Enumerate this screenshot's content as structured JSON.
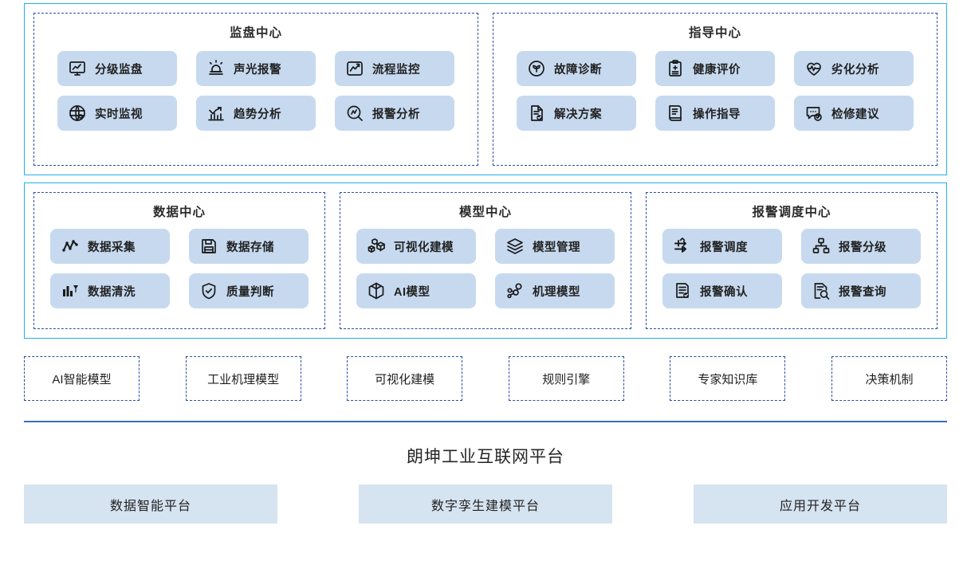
{
  "outer_border_color": "#23b0e8",
  "group_border_color": "#2b4fa0",
  "tile_color": "#c6d9ef",
  "platform_box_color": "#d6e3f1",
  "divider_color": "#3a6fb8",
  "rows": [
    {
      "name": "row-monitoring-guidance",
      "groups": [
        {
          "title": "监盘中心",
          "columns": 3,
          "tiles": [
            {
              "label": "分级监盘",
              "icon": "monitor-chart-icon"
            },
            {
              "label": "声光报警",
              "icon": "alarm-light-icon"
            },
            {
              "label": "流程监控",
              "icon": "process-monitor-icon"
            },
            {
              "label": "实时监视",
              "icon": "globe-icon"
            },
            {
              "label": "趋势分析",
              "icon": "trend-chart-icon"
            },
            {
              "label": "报警分析",
              "icon": "alarm-analysis-icon"
            }
          ]
        },
        {
          "title": "指导中心",
          "columns": 3,
          "tiles": [
            {
              "label": "故障诊断",
              "icon": "fault-diagnosis-icon"
            },
            {
              "label": "健康评价",
              "icon": "clipboard-health-icon"
            },
            {
              "label": "劣化分析",
              "icon": "heart-pulse-icon"
            },
            {
              "label": "解决方案",
              "icon": "document-check-icon"
            },
            {
              "label": "操作指导",
              "icon": "manual-book-icon"
            },
            {
              "label": "检修建议",
              "icon": "chat-check-icon"
            }
          ]
        }
      ]
    },
    {
      "name": "row-data-model-alarm",
      "groups": [
        {
          "title": "数据中心",
          "columns": 2,
          "tiles": [
            {
              "label": "数据采集",
              "icon": "data-collect-icon"
            },
            {
              "label": "数据存储",
              "icon": "floppy-save-icon"
            },
            {
              "label": "数据清洗",
              "icon": "data-clean-icon"
            },
            {
              "label": "质量判断",
              "icon": "shield-check-icon"
            }
          ]
        },
        {
          "title": "模型中心",
          "columns": 2,
          "tiles": [
            {
              "label": "可视化建模",
              "icon": "blocks-icon"
            },
            {
              "label": "模型管理",
              "icon": "layers-icon"
            },
            {
              "label": "AI模型",
              "icon": "cube-icon"
            },
            {
              "label": "机理模型",
              "icon": "node-graph-icon"
            }
          ]
        },
        {
          "title": "报警调度中心",
          "columns": 2,
          "tiles": [
            {
              "label": "报警调度",
              "icon": "dispatch-icon"
            },
            {
              "label": "报警分级",
              "icon": "hierarchy-icon"
            },
            {
              "label": "报警确认",
              "icon": "list-check-icon"
            },
            {
              "label": "报警查询",
              "icon": "search-doc-icon"
            }
          ]
        }
      ]
    }
  ],
  "capabilities": [
    {
      "label": "AI智能模型"
    },
    {
      "label": "工业机理模型"
    },
    {
      "label": "可视化建模"
    },
    {
      "label": "规则引擎"
    },
    {
      "label": "专家知识库"
    },
    {
      "label": "决策机制"
    }
  ],
  "platform": {
    "title": "朗坤工业互联网平台",
    "boxes": [
      {
        "label": "数据智能平台"
      },
      {
        "label": "数字孪生建模平台"
      },
      {
        "label": "应用开发平台"
      }
    ]
  }
}
